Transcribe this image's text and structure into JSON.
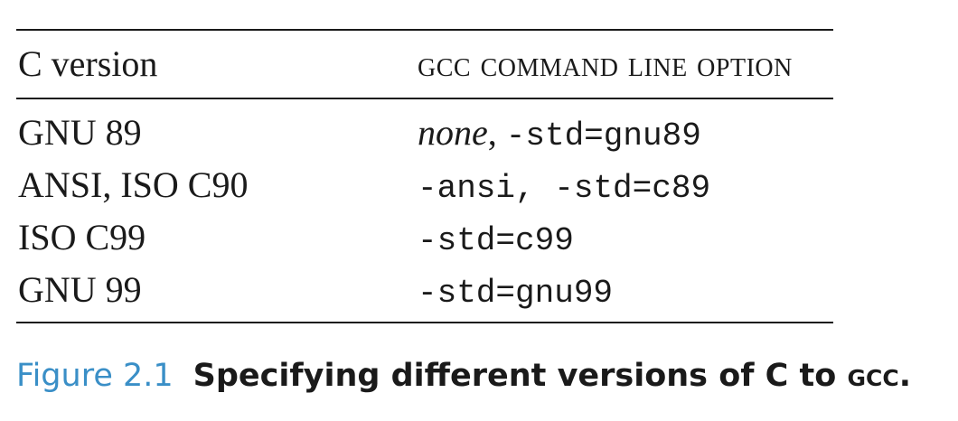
{
  "table": {
    "header": {
      "col1": "C version",
      "col2": "GCC command line option"
    },
    "rows": [
      {
        "version": "GNU 89",
        "option_prefix": "none",
        "option_sep": ", ",
        "option": "-std=gnu89"
      },
      {
        "version": "ANSI, ISO C90",
        "option_prefix": "-ansi",
        "option_sep": ", ",
        "option": "-std=c89"
      },
      {
        "version": "ISO C99",
        "option_prefix": "",
        "option_sep": "",
        "option": "-std=c99"
      },
      {
        "version": "GNU 99",
        "option_prefix": "",
        "option_sep": "",
        "option": "-std=gnu99"
      }
    ]
  },
  "caption": {
    "label": "Figure 2.1",
    "text": "Specifying different versions of C to ",
    "gcc": "GCC",
    "end": "."
  },
  "colors": {
    "caption_label": "#3a8fc7",
    "text": "#1a1a1a"
  }
}
